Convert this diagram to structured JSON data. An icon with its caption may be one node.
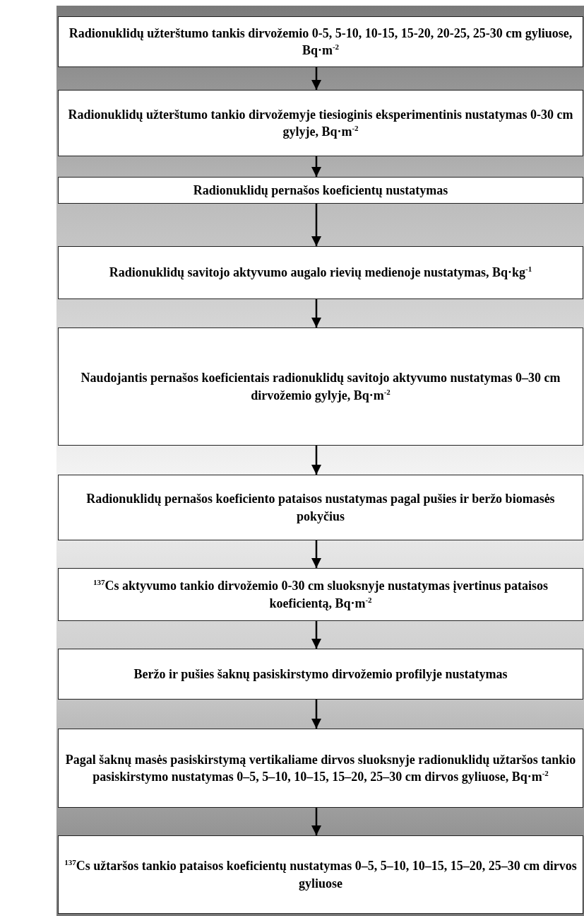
{
  "diagram": {
    "nodes": [
      {
        "text": [
          "Radionuklidų užterštumo tankis dirvožemio 0-5, 5-10, 10-15, 15-20, 20-25, 25-30 cm gyliuose, Bq·m$^{-2}$"
        ]
      },
      {
        "text": [
          "Radionuklidų užterštumo tankio dirvožemyje tiesioginis eksperimentinis nustatymas 0-30 cm gylyje, Bq·m$^{-2}$"
        ]
      },
      {
        "text": [
          "Radionuklidų pernašos koeficientų nustatymas"
        ]
      },
      {
        "text": [
          "Radionuklidų savitojo aktyvumo augalo rievių medienoje nustatymas, Bq·kg$^{-1}$"
        ]
      },
      {
        "text": [
          "Naudojantis pernašos koeficientais radionuklidų savitojo aktyvumo nustatymas 0–30 cm dirvožemio gylyje, Bq·m$^{-2}$"
        ]
      },
      {
        "text": [
          "Radionuklidų pernašos koeficiento pataisos nustatymas pagal pušies ir beržo biomasės pokyčius"
        ]
      },
      {
        "text": [
          "$^{137}$Cs aktyvumo tankio dirvožemio 0-30 cm sluoksnyje nustatymas įvertinus pataisos koeficientą, Bq·m$^{-2}$"
        ]
      },
      {
        "text": [
          "Beržo ir pušies šaknų pasiskirstymo dirvožemio profilyje nustatymas"
        ]
      },
      {
        "text": [
          "Pagal šaknų masės pasiskirstymą vertikaliame dirvos sluoksnyje radionuklidų užtaršos tankio pasiskirstymo nustatymas 0–5, 5–10, 10–15, 15–20, 25–30 cm dirvos gyliuose, Bq·m$^{-2}$"
        ]
      },
      {
        "text": [
          "$^{137}$Cs užtaršos tankio pataisos koeficientų nustatymas 0–5, 5–10, 10–15, 15–20, 25–30 cm dirvos gyliuose"
        ]
      }
    ],
    "edges": [
      {
        "from": 0,
        "to": 1,
        "arrow": "to"
      },
      {
        "from": 1,
        "to": 2,
        "arrow": "to"
      },
      {
        "from": 2,
        "to": 3,
        "arrow": "to"
      },
      {
        "from": 3,
        "to": 4,
        "arrow": "to"
      },
      {
        "from": 4,
        "to": 5,
        "arrow": "to"
      },
      {
        "from": 5,
        "to": 6,
        "arrow": "to"
      },
      {
        "from": 6,
        "to": 7,
        "arrow": "to"
      },
      {
        "from": 7,
        "to": 8,
        "arrow": "to"
      },
      {
        "from": 8,
        "to": 9,
        "arrow": "to"
      }
    ]
  }
}
